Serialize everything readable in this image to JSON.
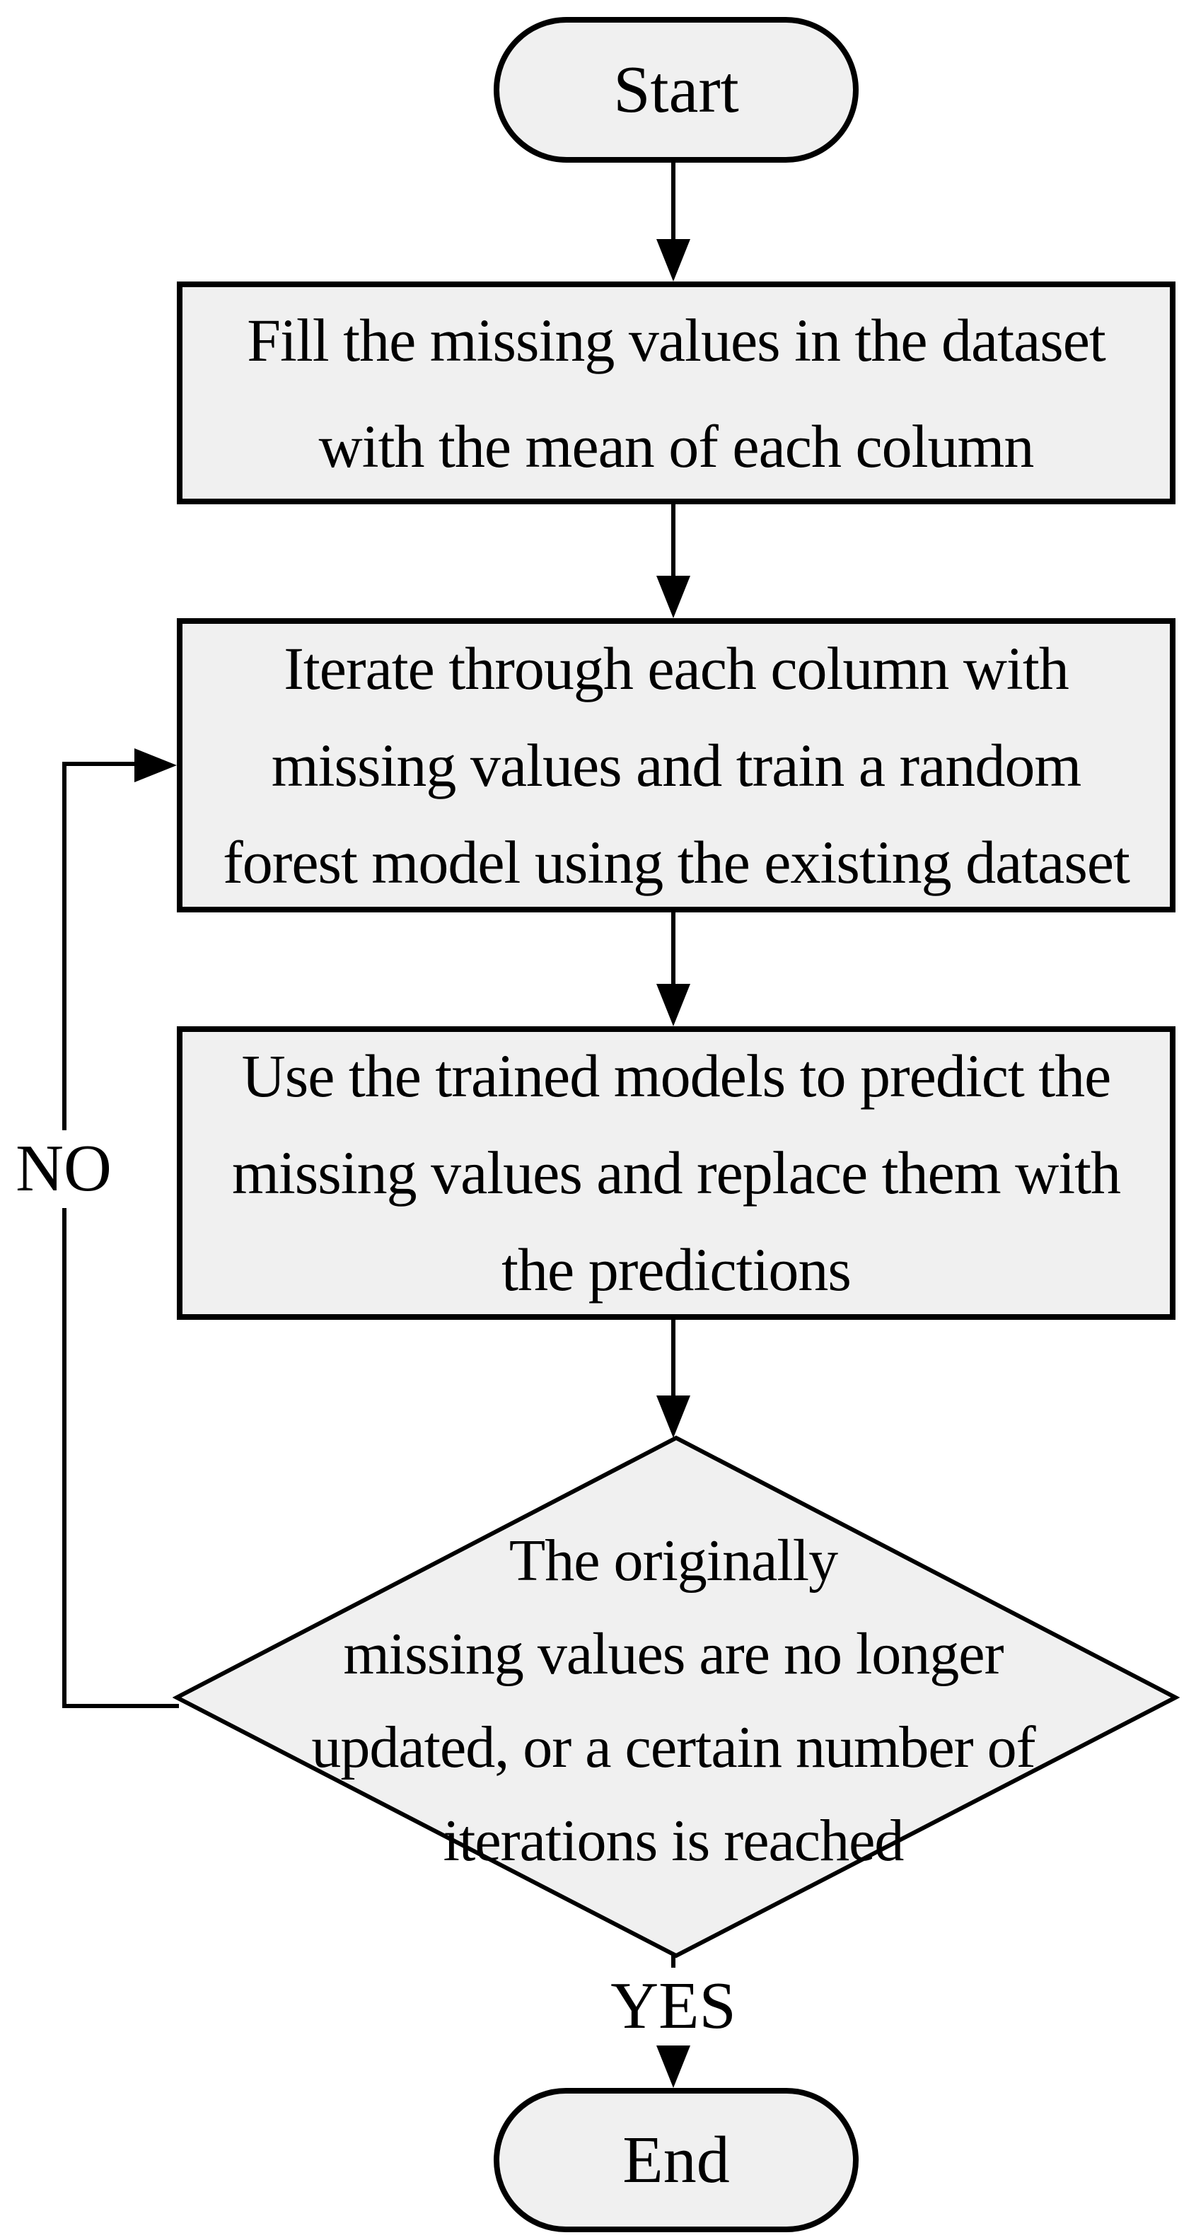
{
  "diagram": {
    "nodes": {
      "start": {
        "label": "Start"
      },
      "fill": {
        "lines": [
          "Fill the missing values in the dataset",
          "with the mean of each column"
        ]
      },
      "iterate": {
        "lines": [
          "Iterate through each column with",
          "missing values and train a random",
          "forest model using the existing dataset"
        ]
      },
      "predict": {
        "lines": [
          "Use the trained models to predict the",
          "missing values and replace them with",
          "the predictions"
        ]
      },
      "decision": {
        "lines": [
          "The originally",
          "missing values are no longer",
          "updated, or a certain number of",
          "iterations is reached"
        ]
      },
      "end": {
        "label": "End"
      }
    },
    "edges": {
      "yes_label": "YES",
      "no_label": "NO"
    },
    "colors": {
      "node_fill": "#f0f0f0",
      "node_border": "#000000",
      "background": "#ffffff"
    }
  }
}
